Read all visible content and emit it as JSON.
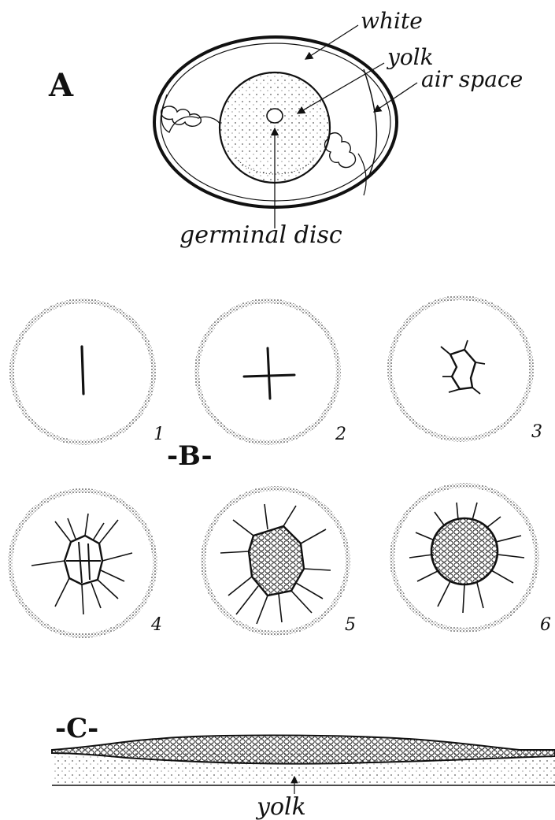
{
  "section_a": {
    "letter": "A",
    "labels": {
      "white": "white",
      "yolk": "yolk",
      "air_space": "air space",
      "germinal_disc": "germinal disc"
    }
  },
  "section_b": {
    "letter": "-B-",
    "stages": [
      "1",
      "2",
      "3",
      "4",
      "5",
      "6"
    ]
  },
  "section_c": {
    "letter": "-C-",
    "yolk_label": "yolk"
  },
  "colors": {
    "ink": "#111111",
    "paper": "#ffffff"
  }
}
